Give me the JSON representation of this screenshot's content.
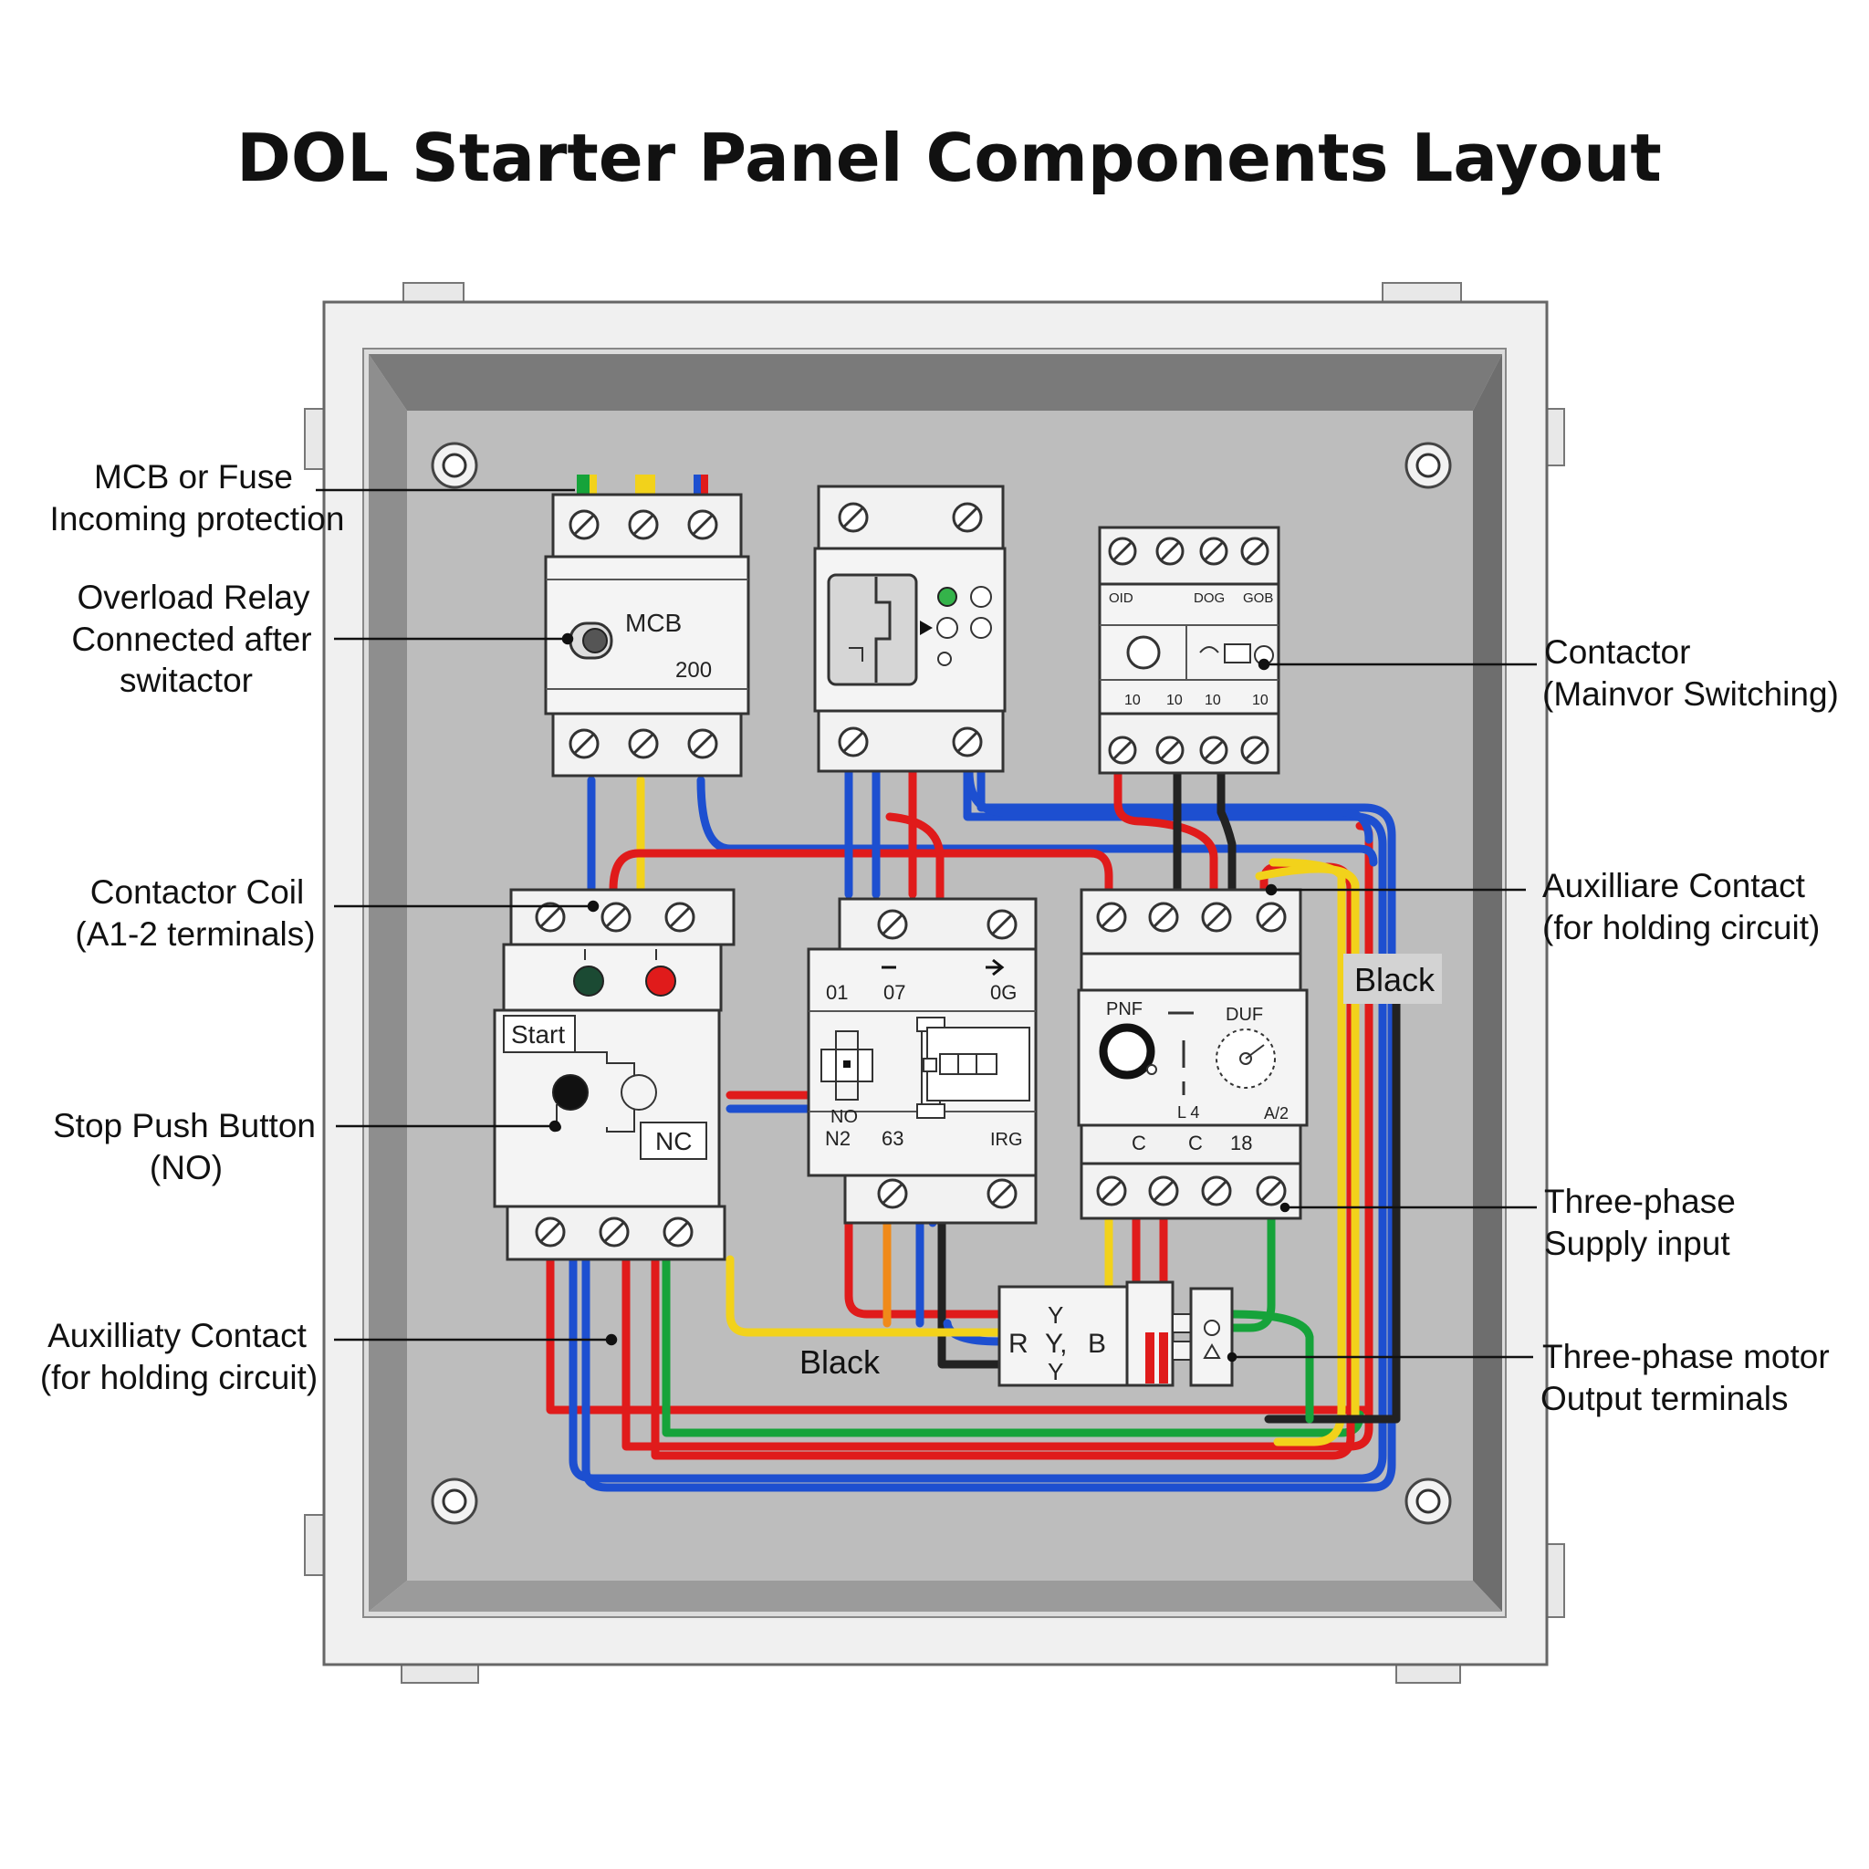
{
  "title": "DOL Starter Panel Components Layout",
  "callouts": {
    "mcb": [
      "MCB or Fuse",
      "Incoming protection"
    ],
    "overload": [
      "Overload Relay",
      "Connected after",
      "switactor"
    ],
    "coil": [
      "Contactor Coil",
      "(A1-2 terminals)"
    ],
    "stop": [
      "Stop Push Button",
      "(NO)"
    ],
    "aux_left": [
      "Auxilliaty Contact",
      "(for holding circuit)"
    ],
    "contactor": [
      "Contactor",
      "(Mainvor Switching)"
    ],
    "aux_right": [
      "Auxilliare Contact",
      "(for holding circuit)"
    ],
    "supply": [
      "Three-phase",
      "Supply input"
    ],
    "motor": [
      "Three-phase motor",
      "Output terminals"
    ]
  },
  "devices": {
    "mcb": {
      "label": "MCB",
      "rating": "200"
    },
    "contactor_top": {
      "labels": [
        "OID",
        "DOG",
        "GOB"
      ],
      "bottom_labels": [
        "10",
        "10",
        "10",
        "10"
      ]
    },
    "pushbutton": {
      "start": "Start",
      "nc": "NC"
    },
    "middle_block": {
      "row1": [
        "01",
        "07",
        "0G"
      ],
      "no": "NO",
      "row2": [
        "N2",
        "63",
        "IRG"
      ]
    },
    "overload_relay": {
      "pnf": "PNF",
      "duf": "DUF",
      "l4": "L 4",
      "a2": "A/2",
      "bottom": [
        "C",
        "C",
        "18"
      ]
    },
    "terminal_block": {
      "r": "R",
      "y_top": "Y",
      "y_mid": "Y,",
      "b": "B",
      "y_bot": "Y"
    }
  },
  "wire_labels": {
    "black_right": "Black",
    "black_bottom": "Black"
  },
  "colors": {
    "red": "#e01b1b",
    "blue": "#1d4fd0",
    "yellow": "#f2d21b",
    "green": "#16a33a",
    "black": "#222222",
    "orange": "#f08a1a",
    "panel_bg": "#b9b9b9",
    "panel_frame": "#ececec"
  }
}
